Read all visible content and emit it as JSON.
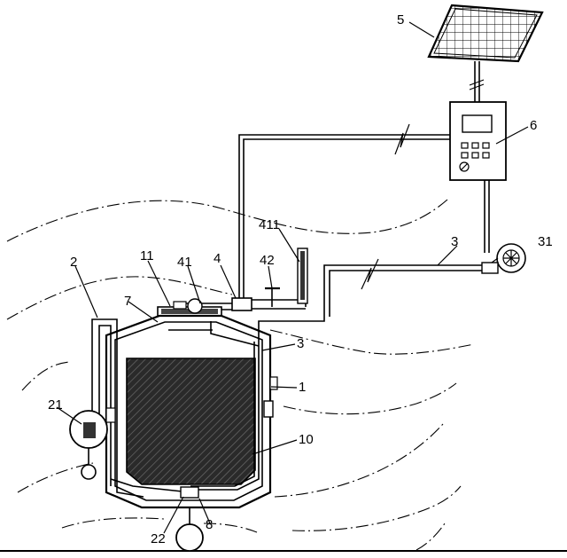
{
  "labels": {
    "n1": "1",
    "n2": "2",
    "n3a": "3",
    "n3b": "3",
    "n4": "4",
    "n5": "5",
    "n6": "6",
    "n7": "7",
    "n8": "8",
    "n10": "10",
    "n11": "11",
    "n21": "21",
    "n22": "22",
    "n31": "31",
    "n41": "41",
    "n42": "42",
    "n411": "411"
  }
}
